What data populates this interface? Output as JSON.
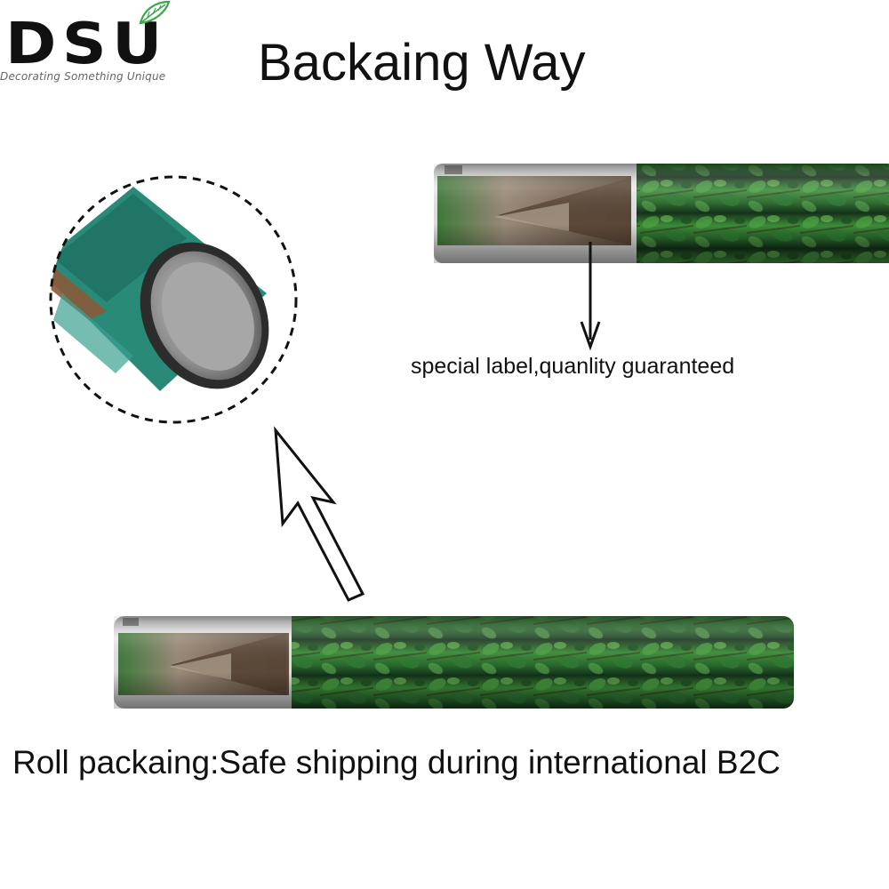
{
  "logo": {
    "brand": "DSU",
    "tagline": "Decorating Something Unique",
    "icon": "leaf-icon"
  },
  "title": "Backaing Way",
  "captions": {
    "label": "special label,quanlity guaranteed",
    "roll": "Roll packaing:Safe shipping during international B2C"
  },
  "colors": {
    "text": "#111111",
    "leaf": "#3aa84a",
    "foliage_dark": "#1f4a24",
    "foliage_light": "#3d8f3a",
    "label_bg": "#e9e9e9",
    "boardwalk": "#6b5a48"
  }
}
